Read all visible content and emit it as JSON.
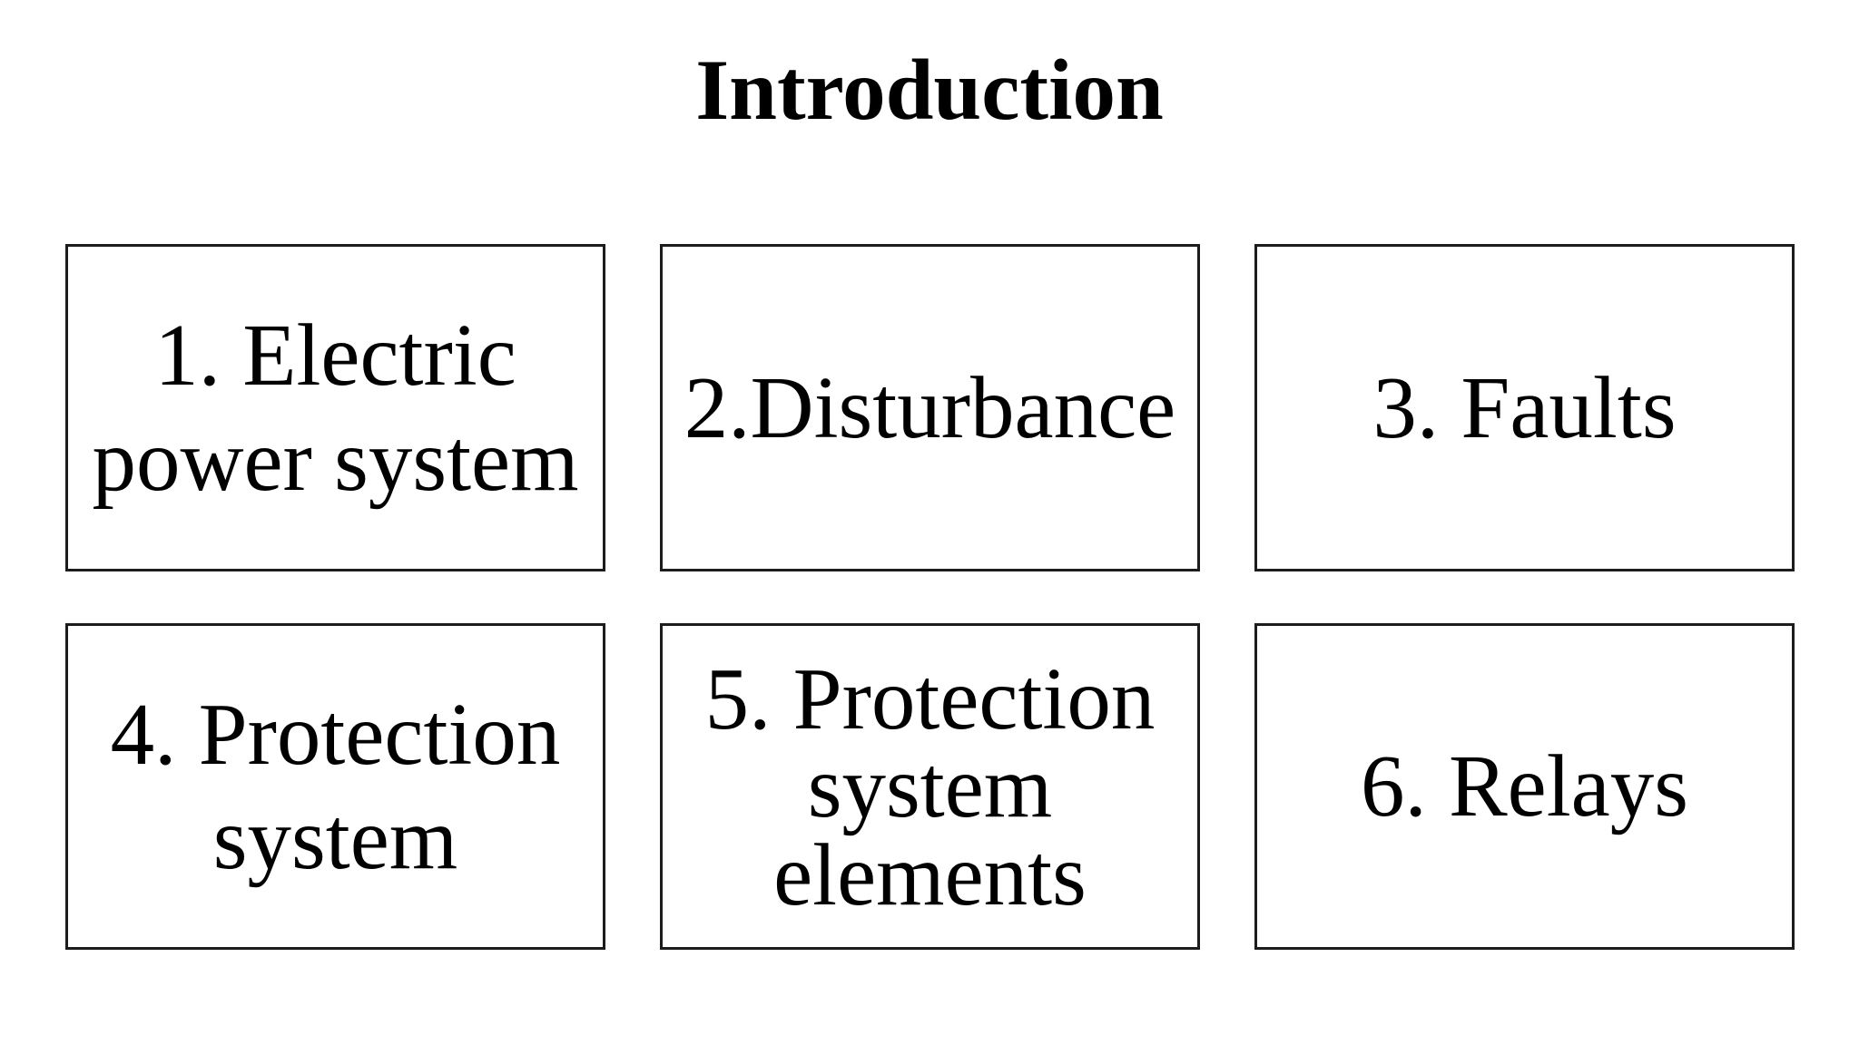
{
  "title": {
    "text": "Introduction"
  },
  "boxes": [
    {
      "number": "1",
      "label": "1. Electric\npower system"
    },
    {
      "number": "2",
      "label": "2.Disturbance"
    },
    {
      "number": "3",
      "label": "3. Faults"
    },
    {
      "number": "4",
      "label": "4. Protection\nsystem"
    },
    {
      "number": "5",
      "label": "5. Protection\nsystem\nelements"
    },
    {
      "number": "6",
      "label": "6. Relays"
    }
  ],
  "colors": {
    "background": "#ffffff",
    "text": "#000000",
    "box_border": "#1c1c1c"
  }
}
